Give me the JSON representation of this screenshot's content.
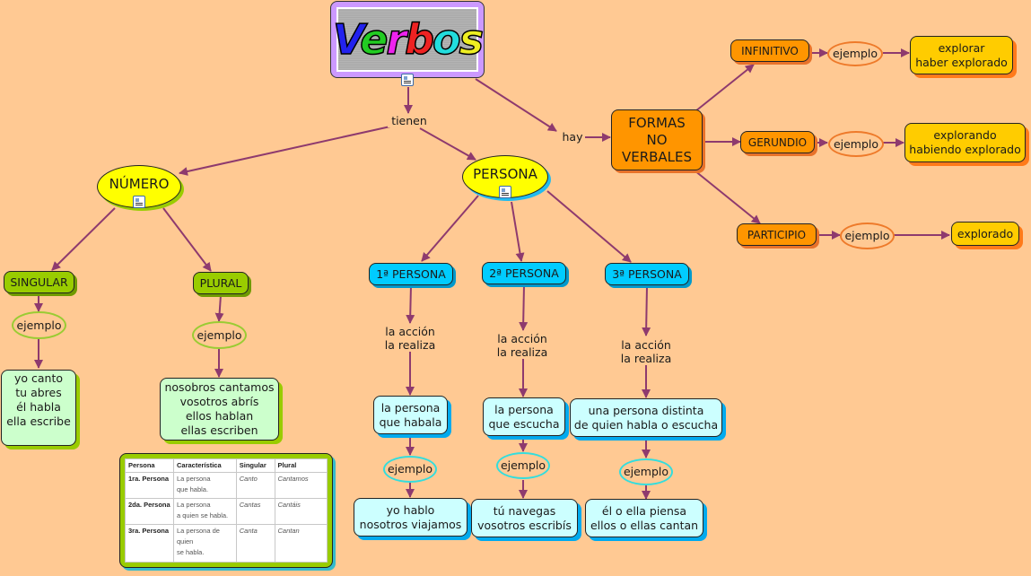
{
  "map": {
    "title": "Verbos",
    "title_letters": [
      "V",
      "e",
      "r",
      "b",
      "o",
      "s"
    ],
    "links": {
      "tienen": "tienen",
      "hay": "hay"
    },
    "formas_no_verbales": {
      "label": "FORMAS\nNO\nVERBALES",
      "forms": [
        {
          "name": "INFINITIVO",
          "link": "ejemplo",
          "example": "explorar\nhaber explorado"
        },
        {
          "name": "GERUNDIO",
          "link": "ejemplo",
          "example": "explorando\nhabiendo explorado"
        },
        {
          "name": "PARTICIPIO",
          "link": "ejemplo",
          "example": "explorado"
        }
      ]
    },
    "numero": {
      "label": "NÚMERO",
      "branches": [
        {
          "name": "SINGULAR",
          "link": "ejemplo",
          "example": "yo canto\ntu abres\nél habla\nella escribe"
        },
        {
          "name": "PLURAL",
          "link": "ejemplo",
          "example": "nosobros cantamos\nvosotros abrís\nellos hablan\nellas escriben"
        }
      ]
    },
    "persona": {
      "label": "PERSONA",
      "branches": [
        {
          "name": "1ª PERSONA",
          "link1": "la acción\nla realiza",
          "who": "la persona\nque habala",
          "link2": "ejemplo",
          "example": "yo hablo\nnosotros viajamos"
        },
        {
          "name": "2ª PERSONA",
          "link1": "la acción\nla realiza",
          "who": "la persona\nque escucha",
          "link2": "ejemplo",
          "example": "tú navegas\nvosotros escribís"
        },
        {
          "name": "3ª PERSONA",
          "link1": "la acción\nla realiza",
          "who": "una persona distinta\nde quien habla o escucha",
          "link2": "ejemplo",
          "example": "él o ella piensa\nellos o ellas cantan"
        }
      ]
    },
    "table": {
      "headers": [
        "Persona",
        "Característica",
        "Singular",
        "Plural"
      ],
      "rows": [
        [
          "1ra. Persona",
          "La persona\nque habla.",
          "Canto",
          "Cantamos"
        ],
        [
          "2da. Persona",
          "La persona\na quien se habla.",
          "Cantas",
          "Cantáis"
        ],
        [
          "3ra. Persona",
          "La persona de\nquien\nse habla.",
          "Canta",
          "Cantan"
        ]
      ]
    },
    "colors": {
      "background": "#ffc993",
      "connector": "#8e3a6e",
      "orange_node": "#ff9500",
      "gold_node": "#ffcc00",
      "green_node": "#99cc00",
      "mint_node": "#ccffcc",
      "blue_node": "#00ccff",
      "cyan_node": "#ccffff",
      "yellow_concept": "#ffff00",
      "title_frame": "#cc99ff"
    },
    "icons": {
      "resource": "document-resource-icon"
    }
  }
}
